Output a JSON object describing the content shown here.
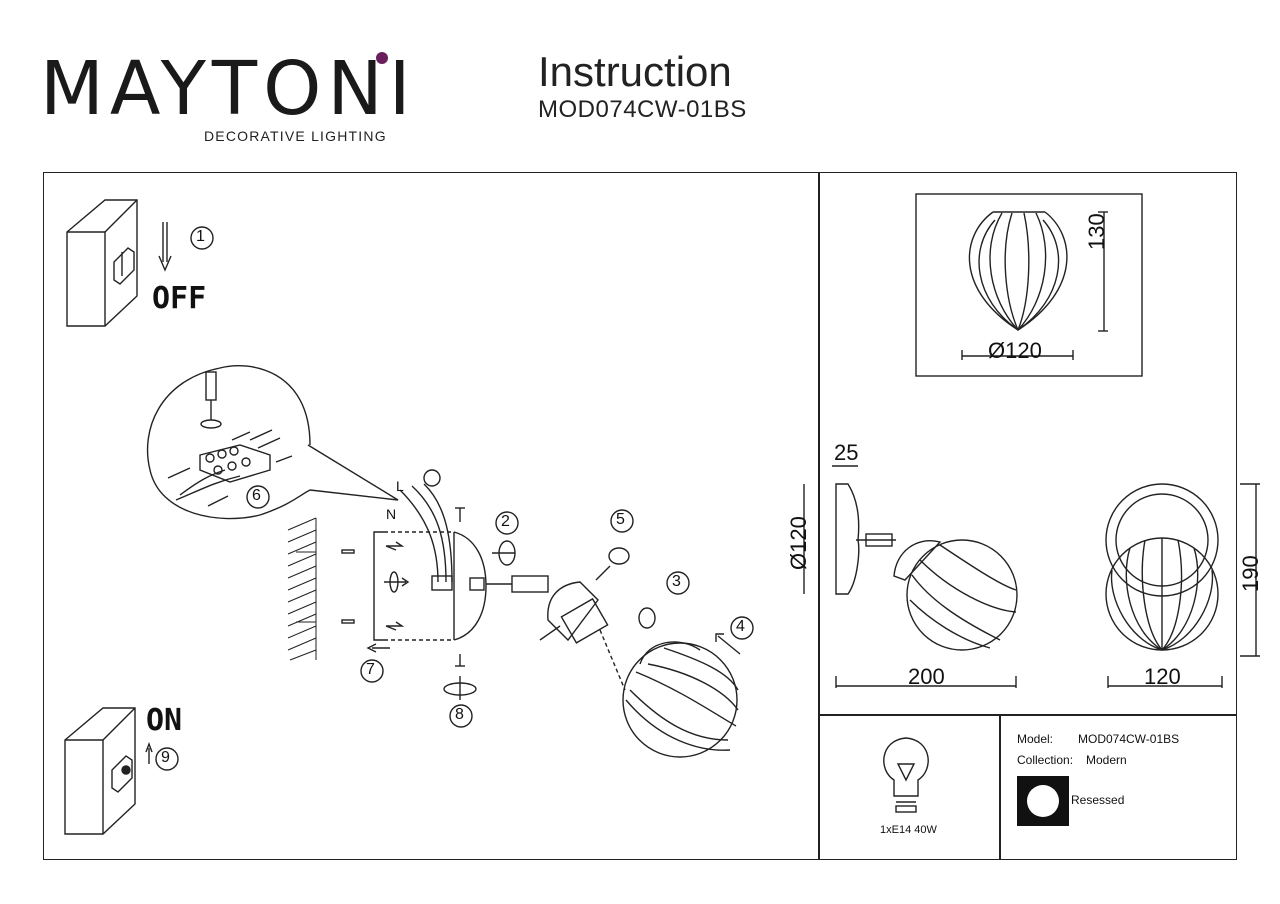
{
  "header": {
    "brand": "MAYTONI",
    "brand_sub": "DECORATIVE LIGHTING",
    "title": "Instruction",
    "model": "MOD074CW-01BS",
    "brand_accent": "#6a1f5c"
  },
  "steps": {
    "off_label": "OFF",
    "on_label": "ON",
    "numbers": [
      "1",
      "2",
      "3",
      "4",
      "5",
      "6",
      "7",
      "8",
      "9"
    ],
    "wire_L": "L",
    "wire_N": "N"
  },
  "dimensions": {
    "shade_height": "130",
    "shade_diameter": "Ø120",
    "base_depth": "25",
    "base_diameter": "Ø120",
    "total_length": "200",
    "front_width": "120",
    "front_height": "190"
  },
  "specs": {
    "lamp": "1xE14 40W",
    "model_label": "Model:",
    "model_value": "MOD074CW-01BS",
    "collection_label": "Collection:",
    "collection_value": "Modern",
    "mount": "Resessed"
  }
}
